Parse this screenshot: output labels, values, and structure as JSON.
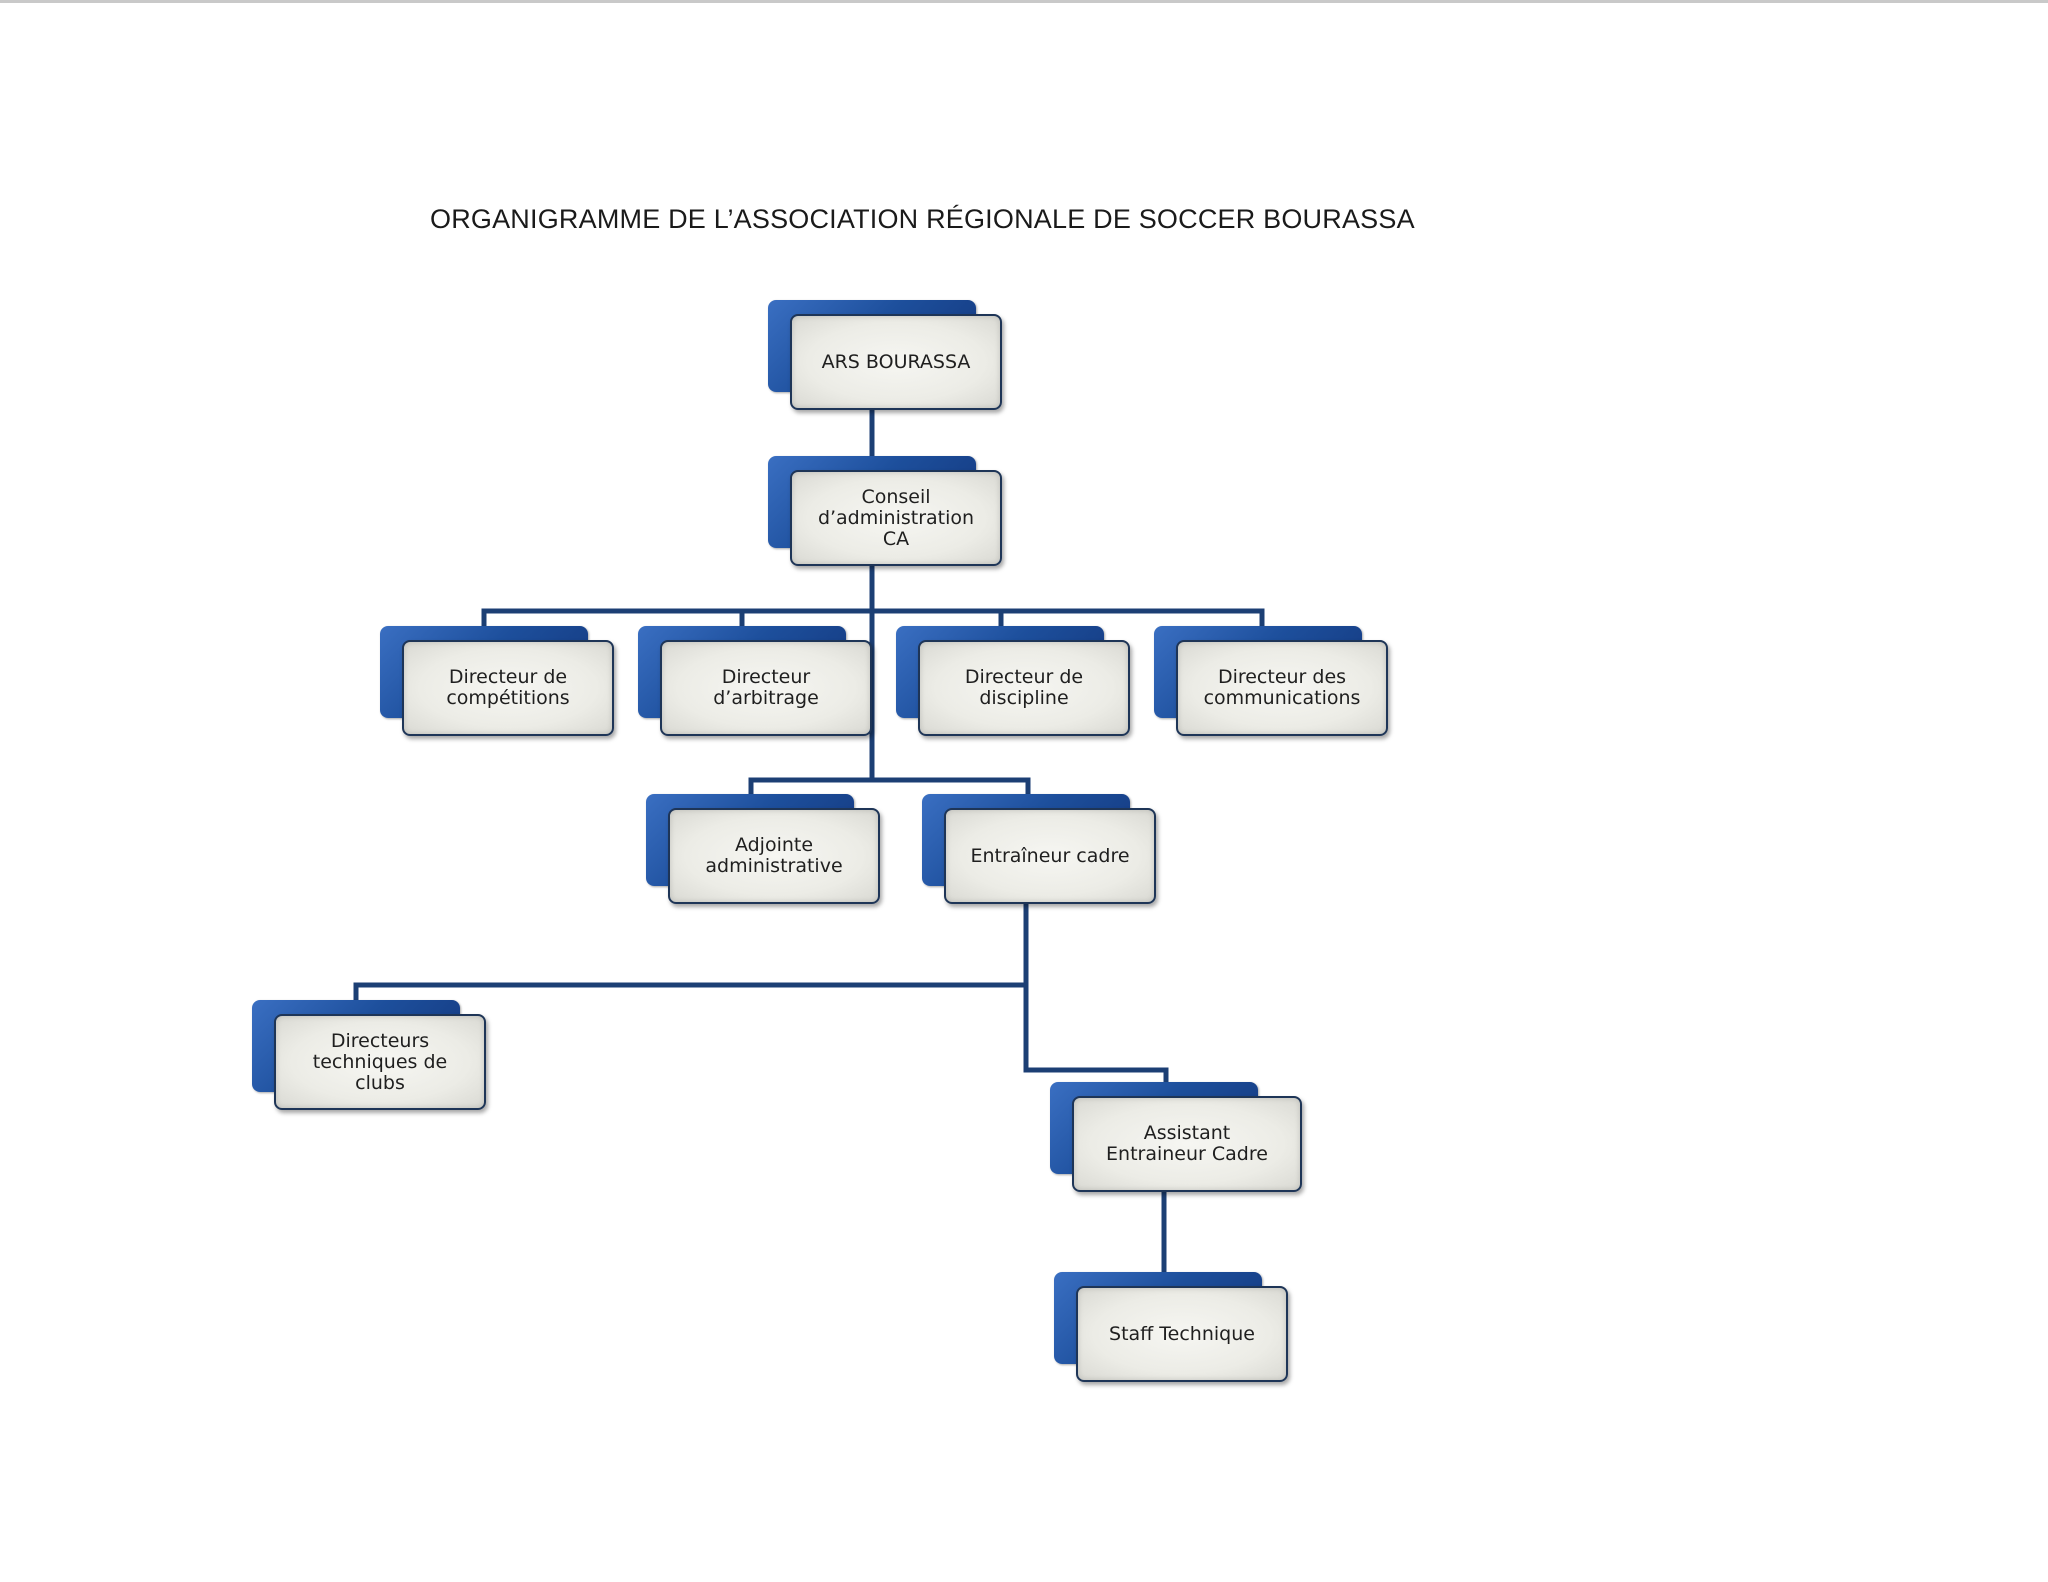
{
  "title": "ORGANIGRAMME DE L’ASSOCIATION RÉGIONALE DE SOCCER BOURASSA",
  "nodes": {
    "ars": "ARS BOURASSA",
    "ca": "Conseil\nd’administration\nCA",
    "competitions": "Directeur de\ncompétitions",
    "arbitrage": "Directeur\nd’arbitrage",
    "discipline": "Directeur de\ndiscipline",
    "communications": "Directeur des\ncommunications",
    "adjointe": "Adjointe\nadministrative",
    "entraineur": "Entraîneur cadre",
    "dtc": "Directeurs\ntechniques de\nclubs",
    "assistant": "Assistant\nEntraineur Cadre",
    "staff": "Staff Technique"
  }
}
